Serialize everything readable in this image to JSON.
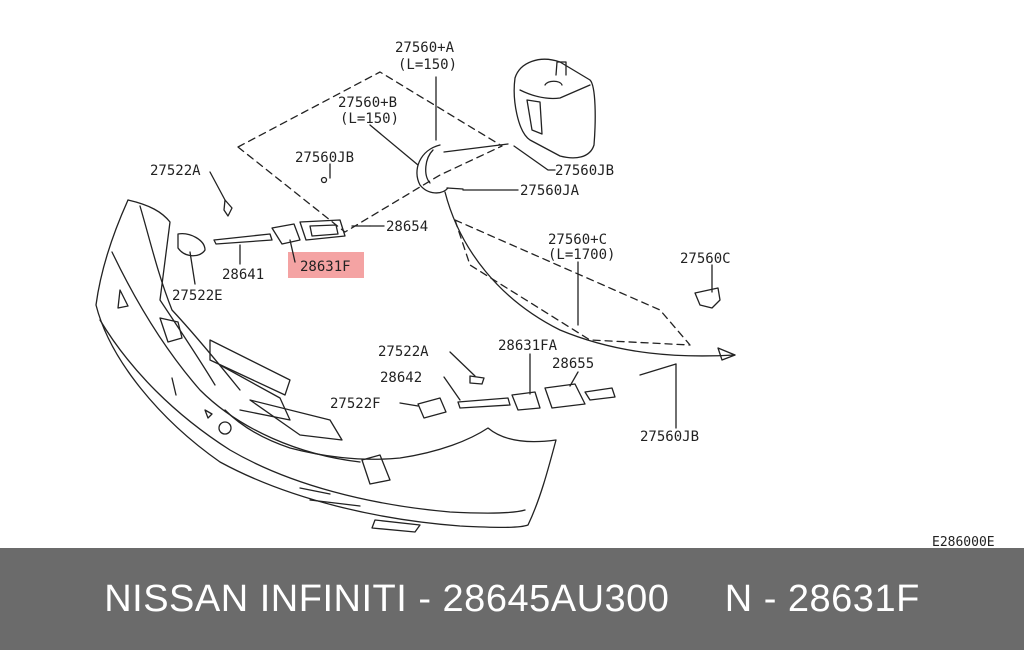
{
  "labels": {
    "p27560_a": "27560+A",
    "p27560_a_len": "(L=150)",
    "p27560_b": "27560+B",
    "p27560_b_len": "(L=150)",
    "p27560_c": "27560+C",
    "p27560_c_len": "(L=1700)",
    "p27560jb_top": "27560JB",
    "p27560jb_right": "27560JB",
    "p27560jb_bottom": "27560JB",
    "p27560ja": "27560JA",
    "p27560c": "27560C",
    "p27522a_top": "27522A",
    "p27522a_mid": "27522A",
    "p27522e": "27522E",
    "p27522f": "27522F",
    "p28641": "28641",
    "p28642": "28642",
    "p28654": "28654",
    "p28655": "28655",
    "p28631f": "28631F",
    "p28631fa": "28631FA",
    "diagram_code": "E286000E"
  },
  "highlight": {
    "part": "28631F",
    "color": "#f4a3a3"
  },
  "colors": {
    "footer_bg": "#6b6b6b",
    "footer_text": "#ffffff",
    "line": "#222222"
  },
  "footer": {
    "text": "NISSAN INFINITI - 28645AU300     N - 28631F"
  }
}
